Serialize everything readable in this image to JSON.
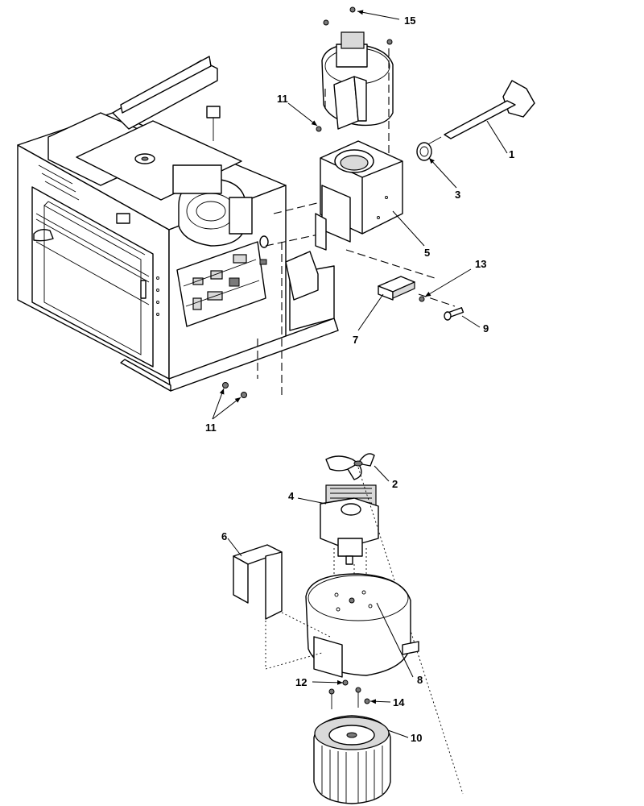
{
  "callouts": {
    "c1": "1",
    "c2": "2",
    "c3": "3",
    "c4": "4",
    "c5": "5",
    "c6": "6",
    "c7": "7",
    "c8": "8",
    "c9": "9",
    "c10": "10",
    "c11a": "11",
    "c11b": "11",
    "c12": "12",
    "c13": "13",
    "c14": "14",
    "c15": "15"
  }
}
